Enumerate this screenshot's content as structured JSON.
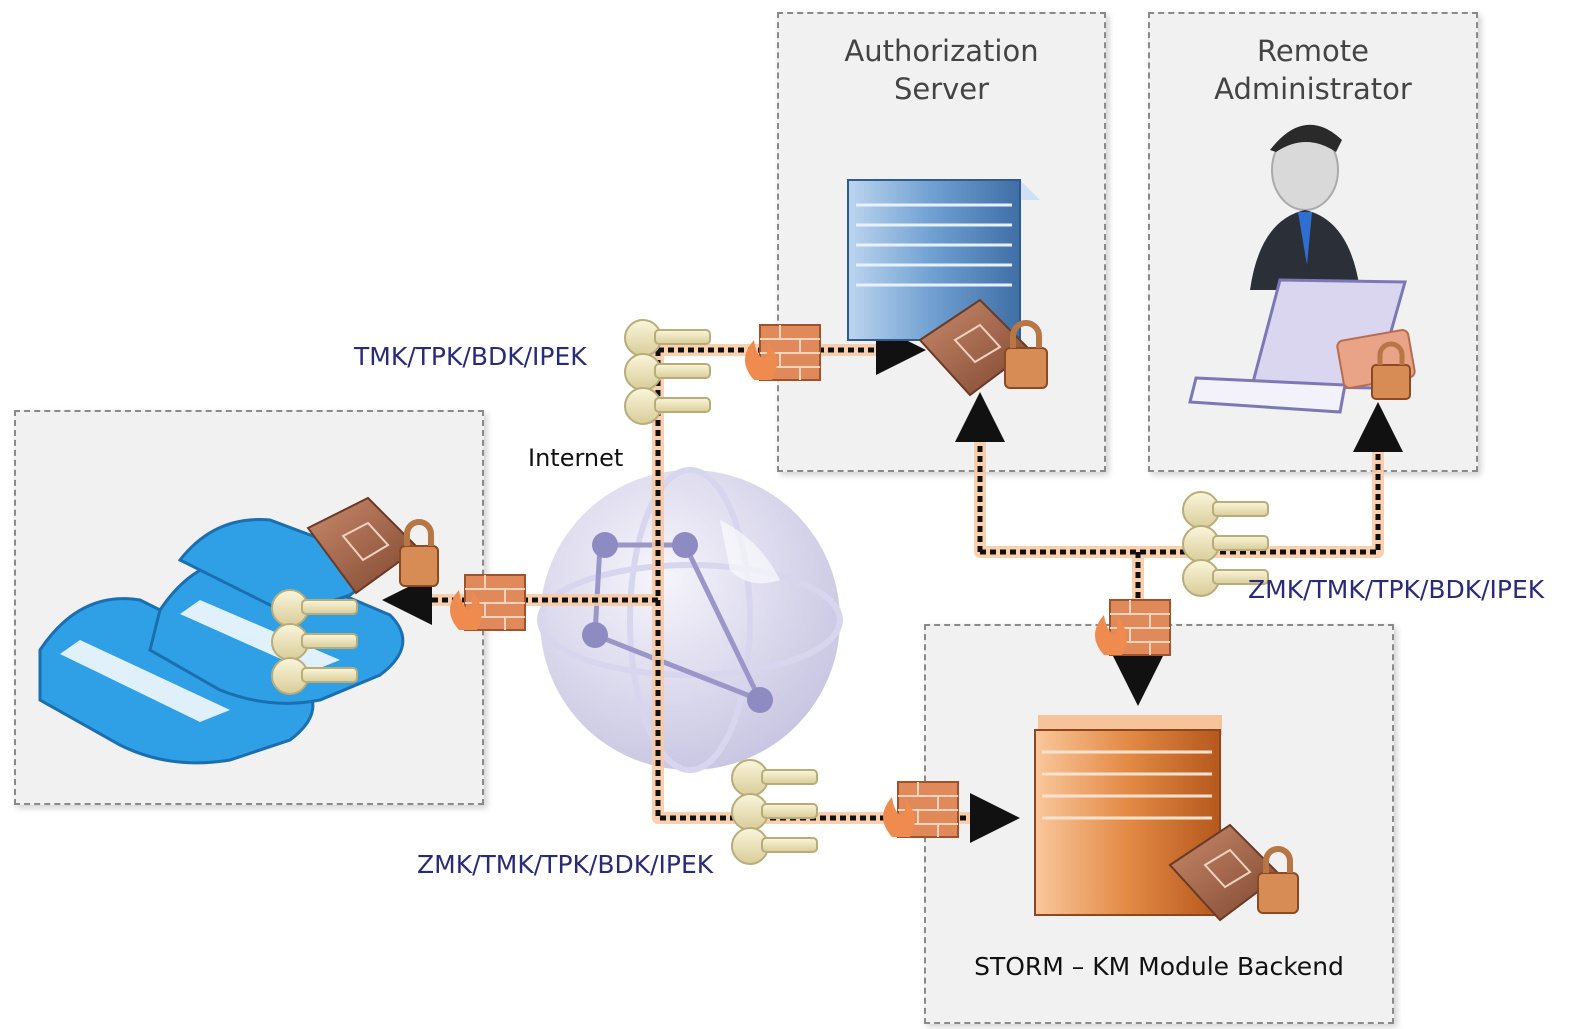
{
  "nodes": {
    "authorization_server": {
      "title_line1": "Authorization",
      "title_line2": "Server"
    },
    "remote_administrator": {
      "title_line1": "Remote",
      "title_line2": "Administrator"
    },
    "km_module": {
      "title": "STORM – KM Module Backend"
    },
    "terminals": {
      "title": ""
    }
  },
  "labels": {
    "keys_to_auth": "TMK/TPK/BDK/IPEK",
    "keys_to_admin": "ZMK/TMK/TPK/BDK/IPEK",
    "keys_to_backend": "ZMK/TMK/TPK/BDK/IPEK",
    "internet": "Internet"
  },
  "icons": {
    "server": "server-icon",
    "backend_server": "server-icon",
    "admin": "user-laptop-icon",
    "globe": "globe-network-icon",
    "keys": "keys-icon",
    "firewall": "firewall-icon",
    "hsm": "secure-chip-lock-icon",
    "terminals": "pos-terminal-icon"
  },
  "colors": {
    "link": "#e07a2c",
    "link_glow": "#f8c9a2",
    "label": "#2a2a7a",
    "box_bg": "#f1f1f1"
  }
}
